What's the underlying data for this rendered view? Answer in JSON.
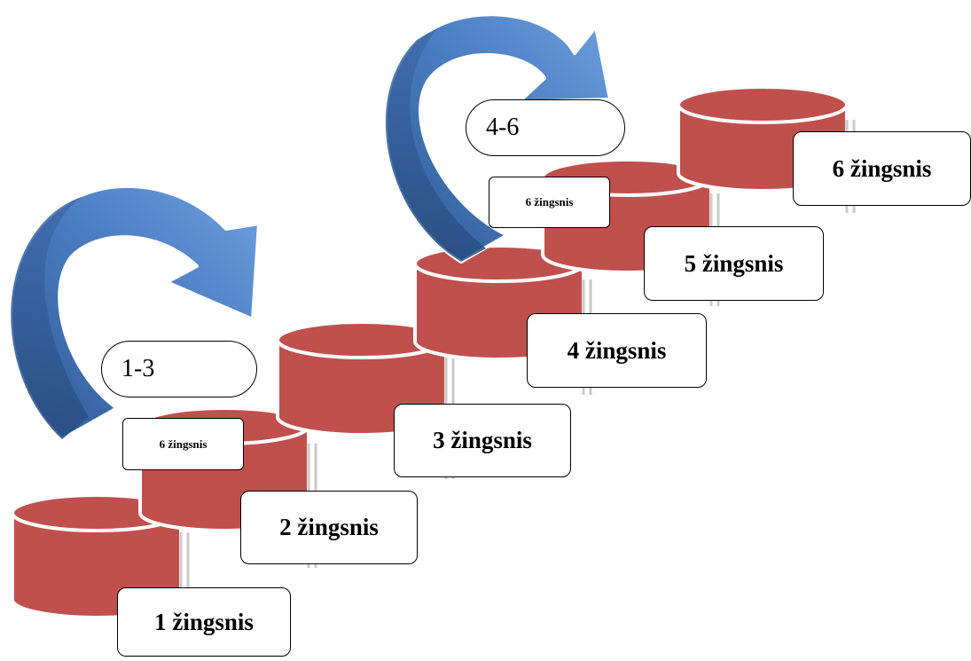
{
  "colors": {
    "drum_fill": "#c0504d",
    "drum_top": "#c0504d",
    "drum_rim": "#ffffff",
    "arrow_light": "#5b8fd4",
    "arrow_dark": "#2f5a94"
  },
  "steps": [
    {
      "label": "1 žingsnis"
    },
    {
      "label": "2 žingsnis"
    },
    {
      "label": "3 žingsnis"
    },
    {
      "label": "4 žingsnis"
    },
    {
      "label": "5 žingsnis"
    },
    {
      "label": "6 žingsnis"
    }
  ],
  "arrows": [
    {
      "range_label": "1-3",
      "tag_label": "6 žingsnis"
    },
    {
      "range_label": "4-6",
      "tag_label": "6 žingsnis"
    }
  ]
}
